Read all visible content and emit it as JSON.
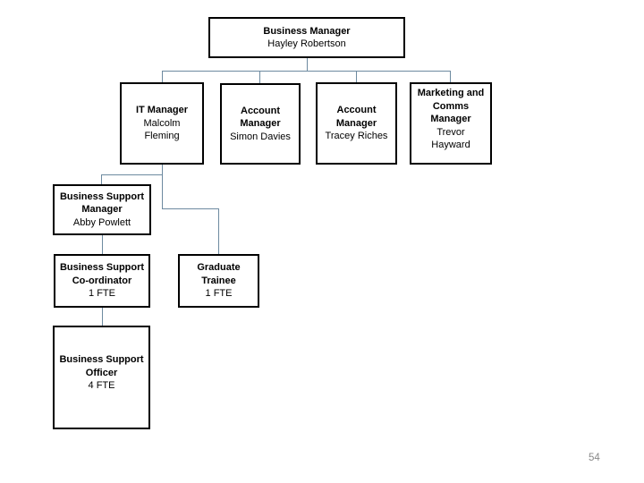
{
  "page": {
    "number": "54"
  },
  "colors": {
    "background": "#ffffff",
    "box_border": "#000000",
    "connector": "#6d8aa0",
    "page_number": "#898989"
  },
  "org_chart": {
    "business_manager": {
      "bold": [
        "Business Manager"
      ],
      "normal": [
        "Hayley Robertson"
      ]
    },
    "it_manager": {
      "bold": [
        "IT Manager"
      ],
      "normal": [
        "Malcolm",
        "Fleming"
      ]
    },
    "account_manager_simon": {
      "bold": [
        "Account",
        "Manager"
      ],
      "normal": [
        "Simon Davies"
      ]
    },
    "account_manager_tracey": {
      "bold": [
        "Account",
        "Manager"
      ],
      "normal": [
        "Tracey Riches"
      ]
    },
    "marketing_comms_manager": {
      "bold": [
        "Marketing and",
        "Comms",
        "Manager"
      ],
      "normal": [
        "Trevor",
        "Hayward"
      ]
    },
    "business_support_manager": {
      "bold": [
        "Business Support",
        "Manager"
      ],
      "normal": [
        "Abby Powlett"
      ]
    },
    "business_support_coordinator": {
      "bold": [
        "Business Support",
        "Co-ordinator"
      ],
      "normal": [
        "1 FTE"
      ]
    },
    "graduate_trainee": {
      "bold": [
        "Graduate",
        "Trainee"
      ],
      "normal": [
        "1 FTE"
      ]
    },
    "business_support_officer": {
      "bold": [
        "Business Support",
        "Officer"
      ],
      "normal": [
        "4 FTE"
      ]
    }
  }
}
